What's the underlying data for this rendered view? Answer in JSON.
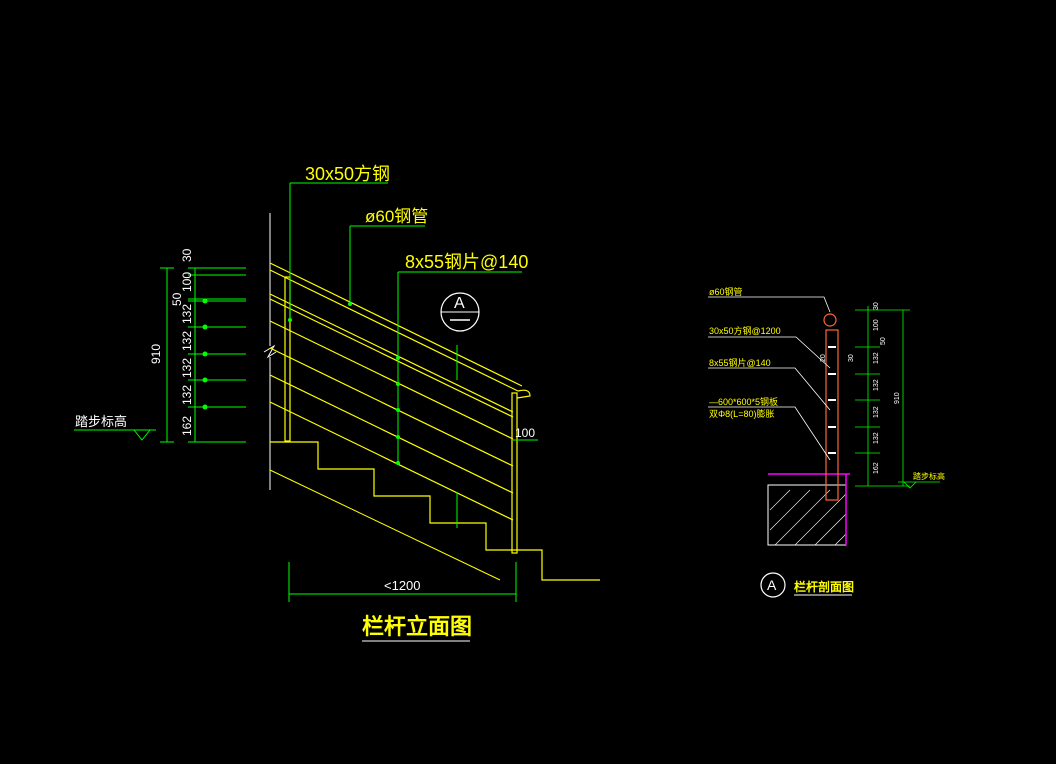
{
  "colors": {
    "background": "#000000",
    "dimension": "#00ff00",
    "stair": "#ffff00",
    "rail": "#c8c83c",
    "section_post": "#ff6633",
    "hatch": "#ffffff",
    "finish": "#ff00ff"
  },
  "elevation": {
    "title": "栏杆立面图",
    "label_handrail": "30x50方钢",
    "label_pipe": "ø60钢管",
    "label_bars": "8x55钢片@140",
    "section_marker": "A",
    "step_level": "踏步标高",
    "dim_total": "910",
    "dims_left": [
      "30",
      "100",
      "50",
      "132",
      "132",
      "132",
      "132",
      "162"
    ],
    "dim_post_top": "100",
    "dim_bottom": "<1200"
  },
  "section": {
    "title": "栏杆剖面图",
    "marker": "A",
    "label_pipe": "ø60钢管",
    "label_handrail": "30x50方钢@1200",
    "label_bars": "8x55钢片@140",
    "label_plate": "—600*600*5钢板",
    "label_anchor": "双Φ8(L=80)膨胀",
    "dims_right": [
      "30",
      "100",
      "50",
      "132",
      "132",
      "132",
      "132",
      "162"
    ],
    "dim_total": "910",
    "dims_inner": [
      "20",
      "30"
    ],
    "step_level": "踏步标高"
  }
}
